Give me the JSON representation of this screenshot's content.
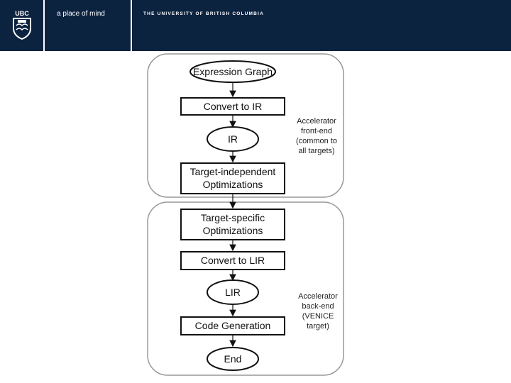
{
  "banner": {
    "logo_text": "UBC",
    "tagline": "a place of mind",
    "university": "THE UNIVERSITY OF BRITISH COLUMBIA",
    "background_color": "#0c2340"
  },
  "diagram": {
    "nodes": {
      "expression_graph": "Expression Graph",
      "convert_to_ir": "Convert to IR",
      "ir": "IR",
      "target_independent_line1": "Target-independent",
      "target_independent_line2": "Optimizations",
      "target_specific_line1": "Target-specific",
      "target_specific_line2": "Optimizations",
      "convert_to_lir": "Convert to LIR",
      "lir": "LIR",
      "code_generation": "Code Generation",
      "end": "End"
    },
    "groups": {
      "front_end": [
        "Accelerator",
        "front-end",
        "(common to",
        "all targets)"
      ],
      "back_end": [
        "Accelerator",
        "back-end",
        "(VENICE",
        "target)"
      ]
    }
  }
}
